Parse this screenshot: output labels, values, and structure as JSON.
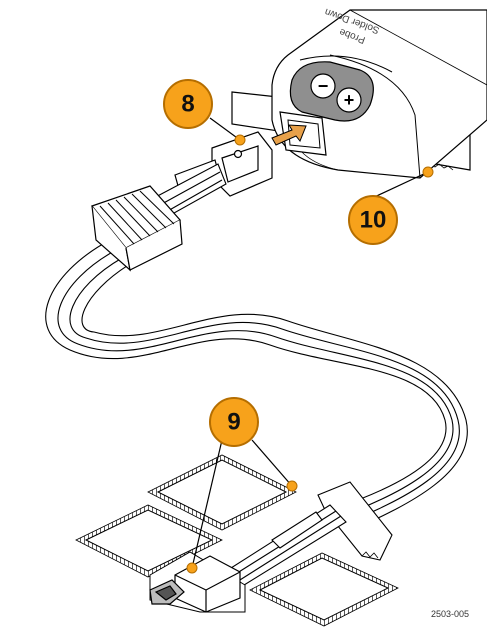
{
  "callouts": {
    "c8": "8",
    "c9": "9",
    "c10": "10"
  },
  "probe": {
    "label_line1": "Solder Down",
    "label_line2": "Probe",
    "minus": "−",
    "plus": "+"
  },
  "figure_id": "2503-005",
  "colors": {
    "callout_fill": "#f7a21b",
    "callout_edge": "#b56e00",
    "arrow": "#e8a14a",
    "button_pad": "#8f8f8f"
  }
}
